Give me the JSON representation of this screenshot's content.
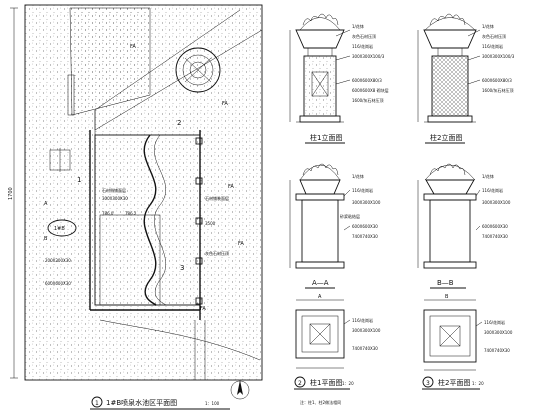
{
  "drawing": {
    "plan": {
      "title_no": "1",
      "title": "1#B喷泉水池区平面图",
      "scale": "1：100",
      "site_marker": "1#B",
      "dimension_left": "1700",
      "labels": {
        "fa1": "FA",
        "fa2": "FA",
        "fa3": "FA",
        "fa4": "FA",
        "fa5": "FA",
        "num2": "2",
        "num3": "3",
        "num1": "1",
        "sec_a": "A",
        "sec_b": "B",
        "level1": "786.0",
        "level2": "786.2",
        "level3": "3500",
        "spec1": "300X300X30",
        "spec2": "200X200X30",
        "spec3": "600X600X30",
        "note1": "石材侧铺面层",
        "note2": "石材铺装面层",
        "note3": "灰色石材压顶"
      }
    },
    "column1_elevation": {
      "title": "柱1立面图",
      "notes": [
        "1/花钵",
        "灰色石材压顶",
        "116/花岗岩",
        "300X300X100/3",
        "600X600X80/3",
        "600X600X8 砌块层",
        "1600/灰石材压顶"
      ]
    },
    "column2_elevation": {
      "title": "柱2立面图",
      "notes": [
        "1/花钵",
        "灰色石材压顶",
        "116/花岗岩",
        "300X300X100/3",
        "600X600X80/3",
        "1600/灰石材压顶"
      ]
    },
    "section_aa": {
      "title": "A—A",
      "notes": [
        "1/花钵",
        "116/花岗岩",
        "300X300X100",
        "600X600X30",
        "740X740X30",
        "砂浆粘结层"
      ]
    },
    "section_bb": {
      "title": "B—B",
      "notes": [
        "1/花钵",
        "116/花岗岩",
        "300X300X100",
        "600X600X30",
        "740X740X30"
      ]
    },
    "column1_plan": {
      "title_no": "2",
      "title": "柱1平面图",
      "scale": "1：20",
      "notes": [
        "116/花岗岩",
        "300X300X100",
        "740X740X30"
      ],
      "marker_a": "A"
    },
    "column2_plan": {
      "title_no": "3",
      "title": "柱2平面图",
      "scale": "1：20",
      "notes": [
        "116/花岗岩",
        "300X300X100",
        "740X740X30"
      ],
      "marker_b": "B"
    },
    "footnote": "注：柱1、柱2做法相同",
    "colors": {
      "line": "#111111",
      "background": "#ffffff",
      "hatch": "#333333"
    }
  }
}
